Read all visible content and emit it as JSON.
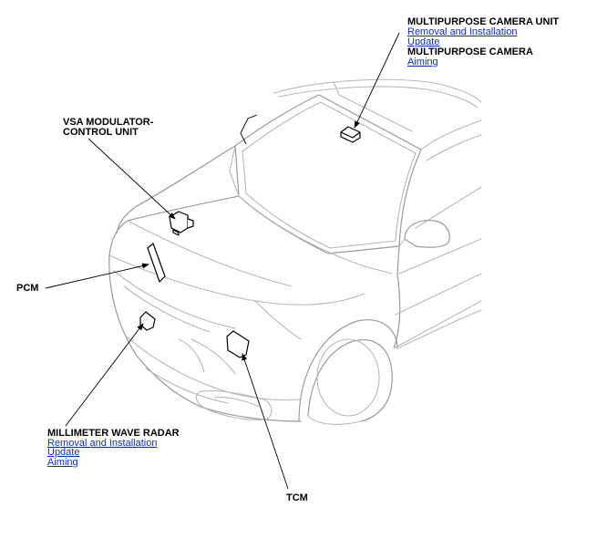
{
  "callouts": {
    "camera_unit": {
      "title": "MULTIPURPOSE CAMERA UNIT",
      "links": [
        "Removal and Installation",
        "Update"
      ]
    },
    "camera": {
      "title": "MULTIPURPOSE CAMERA",
      "links": [
        "Aiming"
      ]
    },
    "vsa": {
      "title_line1": "VSA MODULATOR-",
      "title_line2": "CONTROL UNIT"
    },
    "pcm": {
      "title": "PCM"
    },
    "radar": {
      "title": "MILLIMETER WAVE RADAR",
      "links": [
        "Removal and Installation",
        "Update",
        "Aiming"
      ]
    },
    "tcm": {
      "title": "TCM"
    }
  },
  "colors": {
    "label": "#000000",
    "link": "#0b2fd1",
    "car_outline": "#b8b8b8",
    "component_outline": "#000000"
  }
}
